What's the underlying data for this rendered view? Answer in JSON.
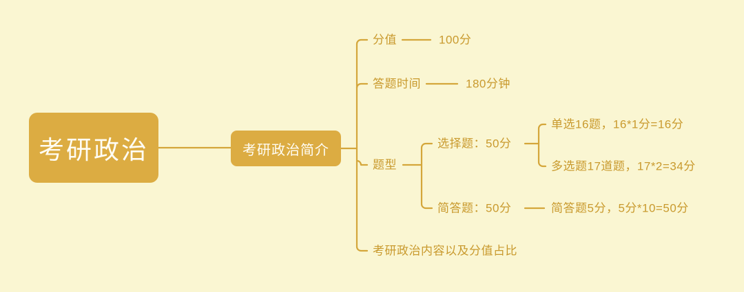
{
  "diagram": {
    "type": "mind-map",
    "background_color": "#faf6d2",
    "node_fill_color": "#dcac42",
    "node_text_color": "#fffdf4",
    "branch_text_color": "#c99a2e",
    "connector_color": "#d4a63a",
    "root": {
      "label": "考研政治",
      "children": [
        {
          "label": "考研政治简介",
          "children": [
            {
              "label": "分值",
              "value": "100分"
            },
            {
              "label": "答题时间",
              "value": "180分钟"
            },
            {
              "label": "题型",
              "children": [
                {
                  "label": "选择题：50分",
                  "children": [
                    {
                      "label": "单选16题，16*1分=16分"
                    },
                    {
                      "label": "多选题17道题，17*2=34分"
                    }
                  ]
                },
                {
                  "label": "简答题：50分",
                  "value": "简答题5分，5分*10=50分"
                }
              ]
            },
            {
              "label": "考研政治内容以及分值占比"
            }
          ]
        }
      ]
    }
  },
  "nodes": {
    "root_label": "考研政治",
    "intro_label": "考研政治简介",
    "score_label": "分值",
    "score_value": "100分",
    "time_label": "答题时间",
    "time_value": "180分钟",
    "type_label": "题型",
    "choice_label": "选择题：50分",
    "single_label": "单选16题，16*1分=16分",
    "multi_label": "多选题17道题，17*2=34分",
    "short_label": "简答题：50分",
    "short_value": "简答题5分，5分*10=50分",
    "content_label": "考研政治内容以及分值占比"
  }
}
